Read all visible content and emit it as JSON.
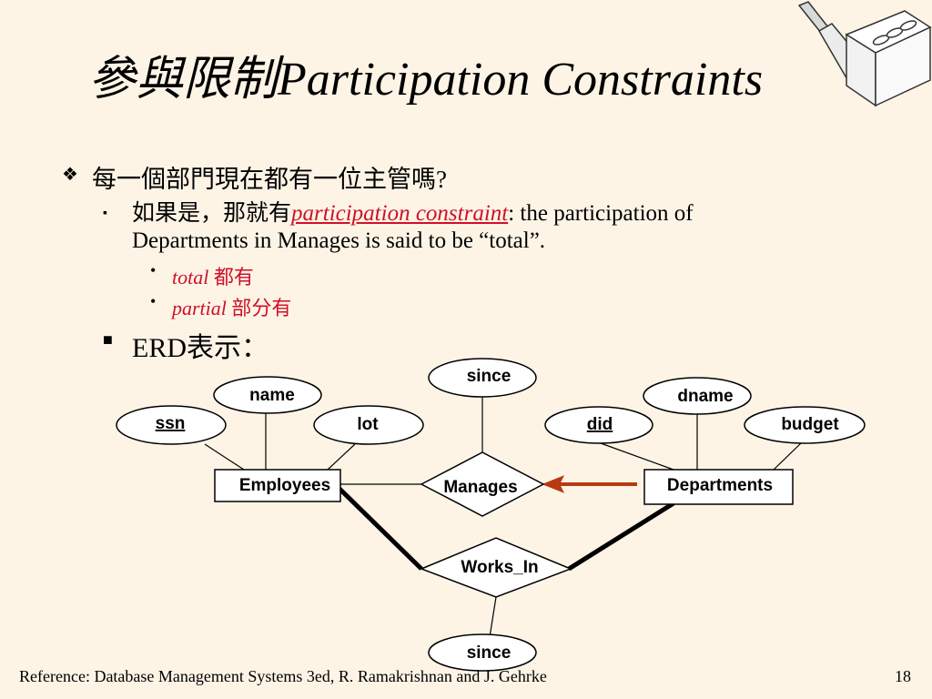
{
  "title": {
    "chinese": "參與限制",
    "english": "Participation Constraints"
  },
  "bullets": {
    "level1": "每一個部門現在都有一位主管嗎?",
    "level2_prefix": "如果是，那就有",
    "level2_term": "participation constraint",
    "level2_rest": ":  the participation of Departments in Manages is said to be “total”.",
    "total_term": "total",
    "total_desc": " 都有",
    "partial_term": "partial",
    "partial_desc": " 部分有",
    "erd_label": "ERD表示："
  },
  "diagram": {
    "entities": {
      "employees": "Employees",
      "departments": "Departments"
    },
    "relationships": {
      "manages": "Manages",
      "works_in": "Works_In"
    },
    "attributes": {
      "ssn": "ssn",
      "name": "name",
      "lot": "lot",
      "did": "did",
      "dname": "dname",
      "budget": "budget",
      "manages_since": "since",
      "works_in_since": "since"
    },
    "colors": {
      "arrow": "#b83a12",
      "red_text": "#d0102a",
      "background": "#fdf4e6"
    }
  },
  "footer": {
    "reference": "Reference: Database Management Systems 3ed,  R. Ramakrishnan and J. Gehrke",
    "page_number": "18"
  },
  "icons": {
    "bullet_level1": "diamond-bullet-icon",
    "bullet_level2": "square-bullet-icon",
    "decoration": "brick-trowel-icon"
  }
}
